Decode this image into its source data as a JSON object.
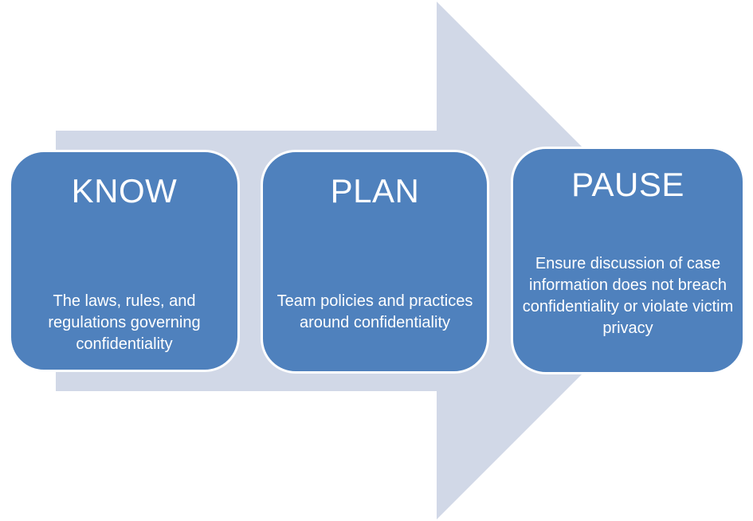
{
  "diagram": {
    "arrow_color": "#d1d8e7",
    "box_color": "#4f81bd",
    "steps": [
      {
        "title": "KNOW",
        "description": "The laws, rules, and regulations governing confidentiality"
      },
      {
        "title": "PLAN",
        "description": "Team policies and practices around confidentiality"
      },
      {
        "title": "PAUSE",
        "description": "Ensure discussion of case information does not breach confidentiality or violate victim privacy"
      }
    ]
  }
}
